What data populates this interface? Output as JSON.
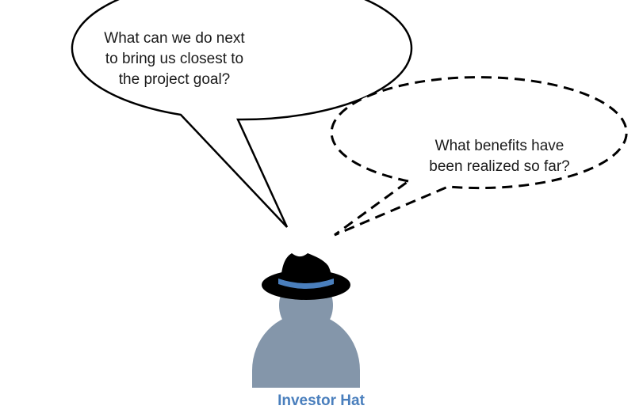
{
  "speech_bubble": {
    "text": "What can we do next\nto bring us closest to\nthe project goal?"
  },
  "thought_bubble": {
    "text": "What benefits have\nbeen realized so far?"
  },
  "figure": {
    "caption": "Investor Hat",
    "hat_color": "#000000",
    "hat_band_color": "#4a7fbd",
    "person_color": "#8496aa"
  }
}
